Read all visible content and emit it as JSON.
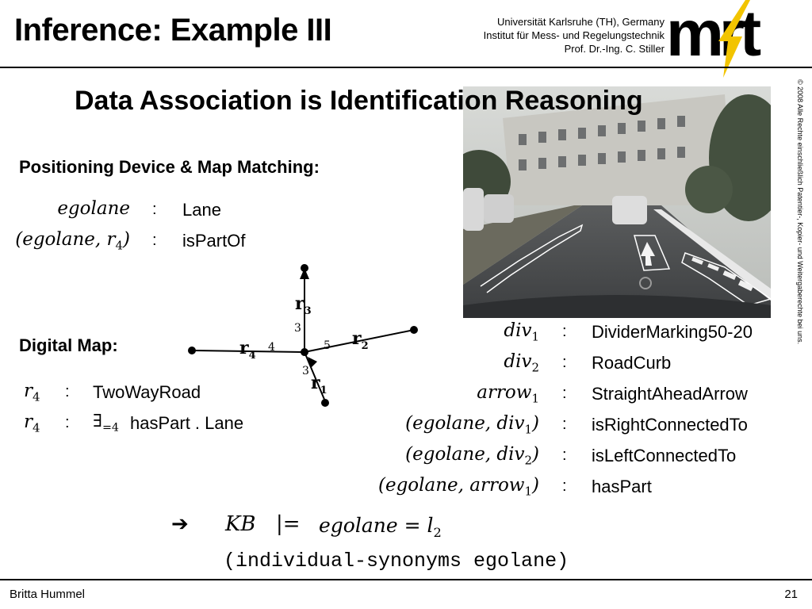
{
  "header": {
    "title": "Inference: Example III",
    "institution_line1": "Universität Karlsruhe (TH), Germany",
    "institution_line2": "Institut für Mess- und Regelungstechnik",
    "institution_line3": "Prof. Dr.-Ing. C. Stiller",
    "logo_text": "mrt"
  },
  "copyright": "© 2008 Alle Rechte einschließlich Patentier-, Kopier- und Weitergaberechte bei uns.",
  "subtitle": "Data Association is Identification Reasoning",
  "positioning": {
    "heading": "Positioning Device & Map Matching:",
    "rows": [
      {
        "lhs": "egolane",
        "sub": "",
        "colon": ":",
        "rhs": "Lane"
      },
      {
        "lhs": "(egolane, r",
        "sub": "4",
        "close": ")",
        "colon": ":",
        "rhs": "isPartOf"
      }
    ]
  },
  "digital_map": {
    "heading": "Digital Map:",
    "rows": [
      {
        "lhs": "r",
        "sub": "4",
        "colon": ":",
        "rhs": "TwoWayRoad"
      },
      {
        "lhs": "r",
        "sub": "4",
        "colon": ":",
        "quant": "∃",
        "quant_sub": "=4",
        "rhs": "hasPart . Lane"
      }
    ]
  },
  "graph": {
    "roads": [
      {
        "label": "r",
        "sub": "3",
        "count": "3"
      },
      {
        "label": "r",
        "sub": "2",
        "count": "5"
      },
      {
        "label": "r",
        "sub": "4",
        "count": "4"
      },
      {
        "label": "r",
        "sub": "1",
        "count": "3"
      }
    ]
  },
  "image_assertions": [
    {
      "lhs": "div",
      "sub": "1",
      "colon": ":",
      "rhs": "DividerMarking50-20"
    },
    {
      "lhs": "div",
      "sub": "2",
      "colon": ":",
      "rhs": "RoadCurb"
    },
    {
      "lhs": "arrow",
      "sub": "1",
      "colon": ":",
      "rhs": "StraightAheadArrow"
    },
    {
      "lhs": "(egolane, div",
      "sub": "1",
      "close": ")",
      "colon": ":",
      "rhs": "isRightConnectedTo"
    },
    {
      "lhs": "(egolane, div",
      "sub": "2",
      "close": ")",
      "colon": ":",
      "rhs": "isLeftConnectedTo"
    },
    {
      "lhs": "(egolane, arrow",
      "sub": "1",
      "close": ")",
      "colon": ":",
      "rhs": "hasPart"
    }
  ],
  "conclusion": {
    "arrow": "➔",
    "kb": "KB",
    "entails": "|=",
    "formula": "egolane = l",
    "formula_sub": "2",
    "command": "(individual-synonyms egolane)"
  },
  "footer": {
    "author": "Britta Hummel",
    "page": "21"
  },
  "colors": {
    "logo_yellow": "#f2c400",
    "rule": "#000000"
  }
}
